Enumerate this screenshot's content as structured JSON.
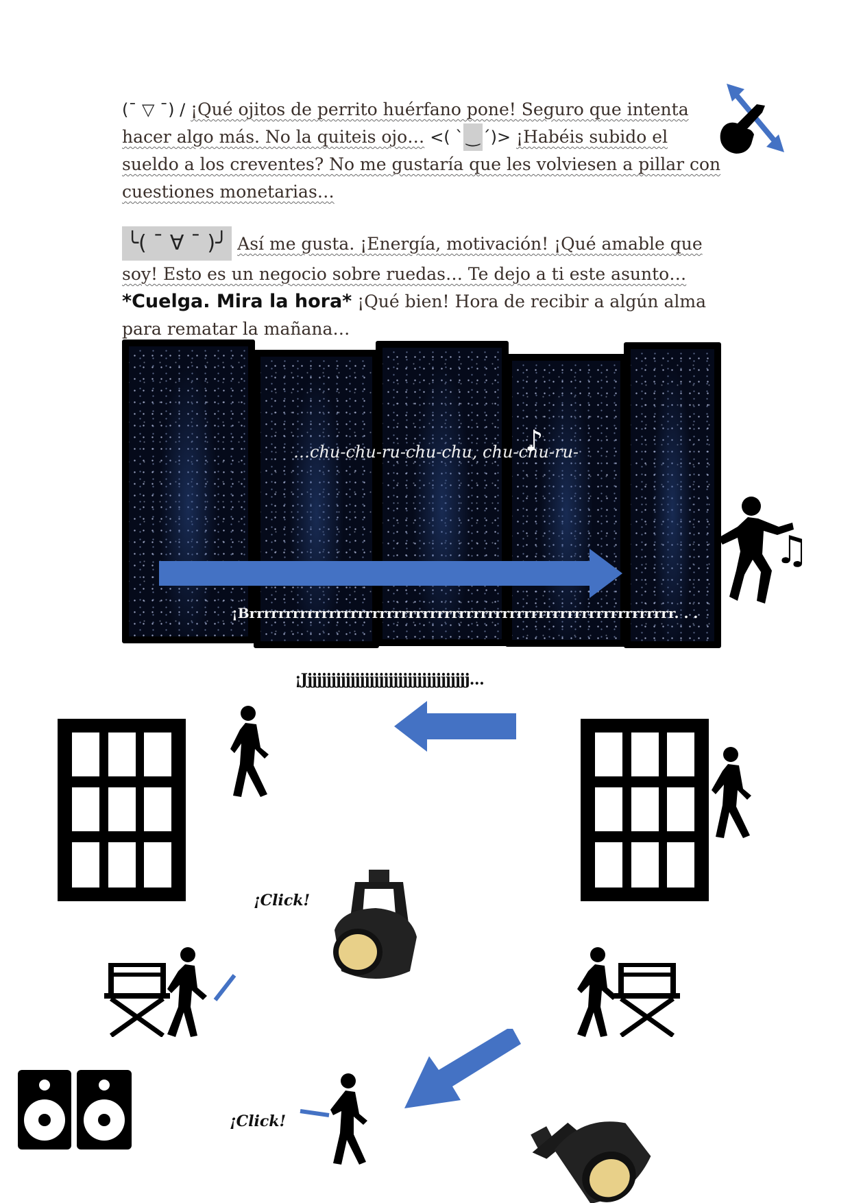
{
  "paragraph1": {
    "kaomoji_start": "(¯ ▽ ¯) /",
    "text_a": "¡Qué ojitos de perrito huérfano pone! Seguro que intenta hacer algo más. No la quiteis ojo…",
    "kaomoji_mid_a": "<( `",
    "kaomoji_mid_b": "‿",
    "kaomoji_mid_c": "´)>",
    "text_b": "¡Habéis subido el sueldo a los creventes? No me gustaría que les volviesen a pillar con cuestiones monetarias…"
  },
  "paragraph2": {
    "kaomoji": "╰( ¯ ∀ ¯ )╯",
    "text_a": "Así me gusta. ¡Energía, motivación! ¡Qué amable que soy! Esto es un negocio sobre ruedas… Te dejo a ti este asunto…",
    "action": "*Cuelga. Mira la hora*",
    "text_b": "¡Qué bien! Hora de recibir a algún alma para rematar la mañana…"
  },
  "curtain": {
    "lyric": "…chu-chu-ru-chu-chu, chu-chu-ru-",
    "note": "♪",
    "sound": "¡Brrrrrrrrrrrrrrrrrrrrrrrrrrrrrrrrrrrrrrrrrrrrrrrrrrrrrrrrrrr. . ."
  },
  "sound_effects": {
    "ji": "¡Jjjjjjjjjjjjjjjjjjjjjjjjjjjjjjjjjjj…",
    "click_1": "¡Click!",
    "click_2": "¡Click!"
  },
  "music_note": "♫",
  "colors": {
    "arrow_blue": "#4472c4",
    "ink": "#111111",
    "spot_lens": "#e8d089"
  },
  "icons": [
    "hand-pointer-icon",
    "double-arrow-icon",
    "dancing-person-icon",
    "music-notes-icon",
    "window-icon",
    "walking-person-icon",
    "spotlight-icon",
    "director-chair-icon",
    "speakers-icon"
  ]
}
